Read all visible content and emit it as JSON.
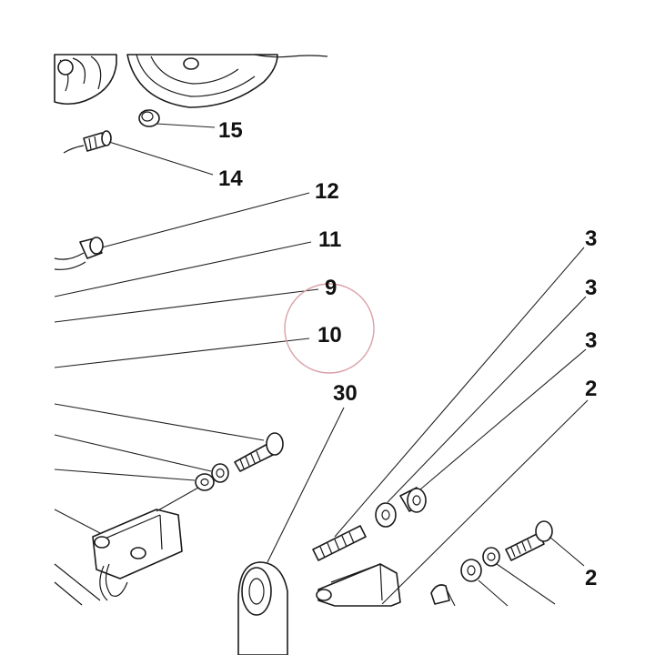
{
  "diagram": {
    "callouts": [
      {
        "id": "c15",
        "text": "15"
      },
      {
        "id": "c14",
        "text": "14"
      },
      {
        "id": "c12",
        "text": "12"
      },
      {
        "id": "c11",
        "text": "11"
      },
      {
        "id": "c9",
        "text": "9"
      },
      {
        "id": "c10",
        "text": "10"
      },
      {
        "id": "c30",
        "text": "30"
      },
      {
        "id": "c3a",
        "text": "3"
      },
      {
        "id": "c3b",
        "text": "3"
      },
      {
        "id": "c3c",
        "text": "3"
      },
      {
        "id": "c2a",
        "text": "2"
      },
      {
        "id": "c2b",
        "text": "2"
      }
    ],
    "highlight_color": "#d9a0a8",
    "line_color": "#222222"
  }
}
